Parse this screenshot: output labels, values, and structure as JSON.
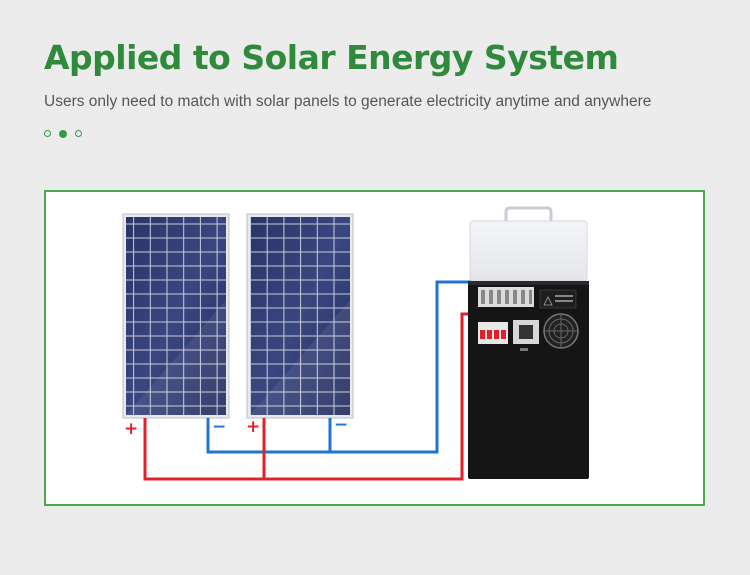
{
  "header": {
    "title": "Applied to Solar Energy System",
    "subtitle": "Users only need to match with solar panels to generate electricity anytime and anywhere"
  },
  "carousel": {
    "count": 3,
    "active_index": 1
  },
  "diagram": {
    "panel_plus_label": "+",
    "panel_minus_label": "−",
    "positive_wire_color": "#e3202a",
    "negative_wire_color": "#1f74d0",
    "accent_color": "#2f8a3c"
  }
}
